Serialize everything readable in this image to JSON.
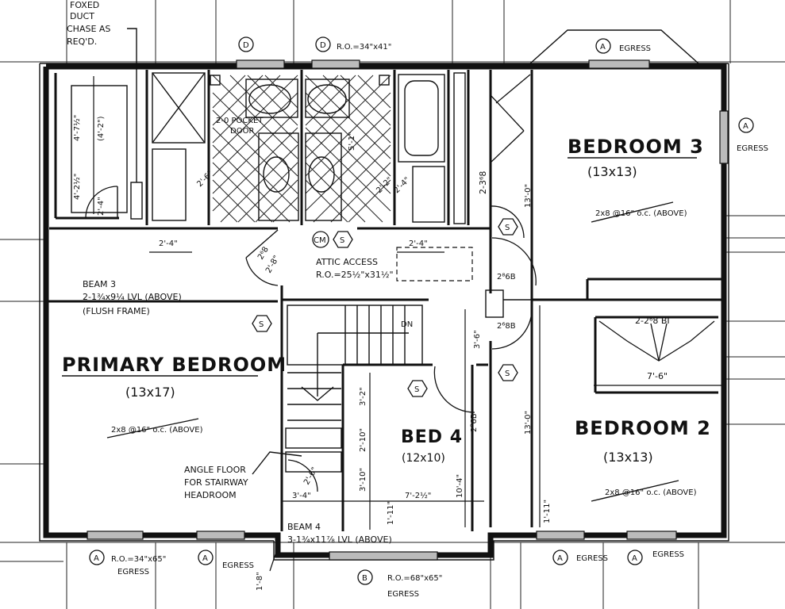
{
  "rooms": {
    "primary": {
      "name": "PRIMARY BEDROOM",
      "size": "(13x17)",
      "joist": "2x8 @16\" o.c. (ABOVE)"
    },
    "bed2": {
      "name": "BEDROOM 2",
      "size": "(13x13)",
      "joist": "2x8 @16\" o.c. (ABOVE)"
    },
    "bed3": {
      "name": "BEDROOM 3",
      "size": "(13x13)",
      "joist": "2x8 @16\" o.c. (ABOVE)"
    },
    "bed4": {
      "name": "BED 4",
      "size": "(12x10)"
    }
  },
  "notes": {
    "chase_1": "FOXED",
    "chase_2": "DUCT",
    "chase_3": "CHASE AS",
    "chase_4": "REQ'D.",
    "attic_1": "ATTIC ACCESS",
    "attic_2": "R.O.=25½\"x31½\"",
    "beam3_1": "BEAM 3",
    "beam3_2": "2-1¾x9¼ LVL (ABOVE)",
    "beam3_3": "(FLUSH FRAME)",
    "angle_1": "ANGLE FLOOR",
    "angle_2": "FOR STAIRWAY",
    "angle_3": "HEADROOM",
    "beam4_1": "BEAM 4",
    "beam4_2": "3-1¾x11⅞ LVL (ABOVE)",
    "pocket_1": "2-0 POCKET",
    "pocket_2": "DOOR",
    "dn": "DN",
    "closet_b2": "2-2⁶8 BI",
    "closet_b3": "2-3⁶8",
    "door_26": "2⁶8",
    "door_28": "2⁸6B",
    "door_26b": "2⁶8B",
    "door_286": "2⁸6B"
  },
  "window_tags": {
    "d": "D",
    "a": "A",
    "b": "B",
    "egress": "EGRESS",
    "ro_d": "R.O.=34\"x41\"",
    "ro_a": "R.O.=34\"x65\"",
    "ro_b": "R.O.=68\"x65\""
  },
  "smoke": {
    "s": "S",
    "on": "CM"
  },
  "dims": {
    "d_4_7": "4'-7½\"",
    "d_4_7b": "(4'-2\")",
    "d_4_2": "4'-2½\"",
    "d_2_4a": "2'-4\"",
    "d_2_4b": "2'-4\"",
    "d_2_4c": "2'-4\"",
    "d_2_6": "2'-6\"",
    "d_2_2": "2'-2\"",
    "d_5_1": "5'-1\"",
    "d_3_6": "3'-6\"",
    "d_13_0a": "13'-0\"",
    "d_13_0b": "13'-0\"",
    "d_7_6": "7'-6\"",
    "d_3_4": "3'-4\"",
    "d_3_2": "3'-2\"",
    "d_2_10": "2'-10\"",
    "d_3_10": "3'-10\"",
    "d_7_2": "7'-2½\"",
    "d_10_4": "10'-4\"",
    "d_1_11a": "1'-11\"",
    "d_1_11b": "1'-11\"",
    "d_2_8": "2'-8\"",
    "d_2_6b": "2'-6\"",
    "d_2_4d": "2'-4\"",
    "d_1_8": "1'-8\""
  }
}
